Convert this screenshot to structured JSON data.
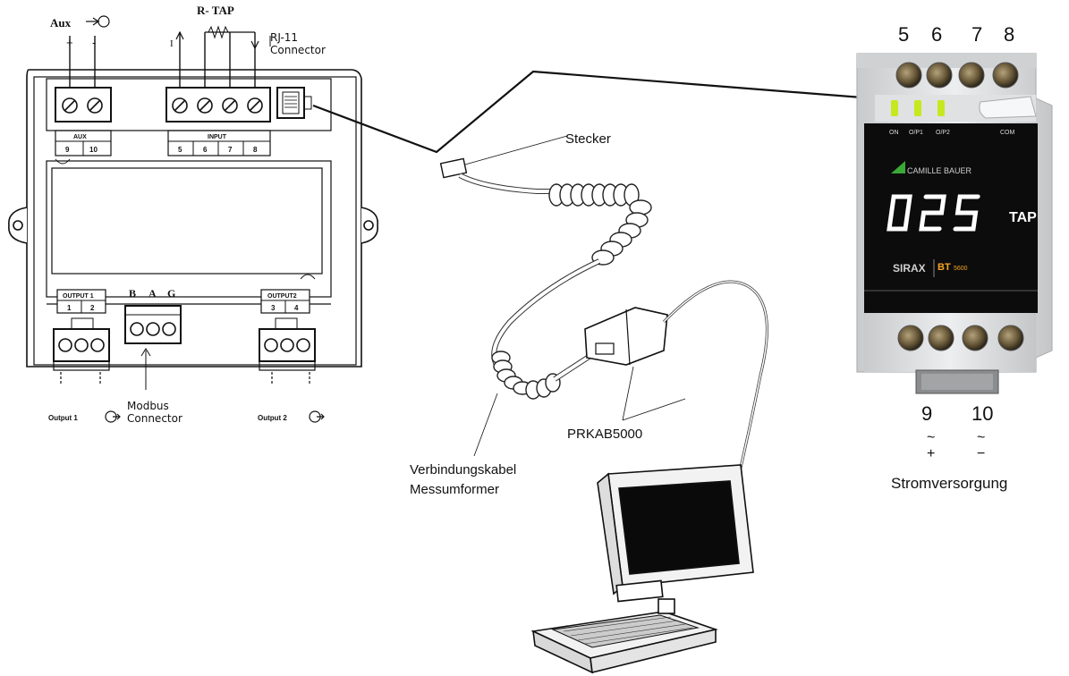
{
  "left_device": {
    "aux_label": "Aux",
    "aux_plus": "+",
    "aux_minus": "-",
    "rtap_label": "R- TAP",
    "rtap_i": "I",
    "rj11_label_1": "RJ-11",
    "rj11_label_2": "Connector",
    "aux_block": "AUX",
    "aux_t9": "9",
    "aux_t10": "10",
    "input_block": "INPUT",
    "in_t5": "5",
    "in_t6": "6",
    "in_t7": "7",
    "in_t8": "8",
    "output1_block": "OUTPUT 1",
    "o1_t1": "1",
    "o1_t2": "2",
    "output2_block": "OUTPUT2",
    "o2_t3": "3",
    "o2_t4": "4",
    "modbus_b": "B",
    "modbus_a": "A",
    "modbus_g": "G",
    "modbus_label_1": "Modbus",
    "modbus_label_2": "Connector",
    "output1_label": "Output  1",
    "output2_label": "Output  2"
  },
  "cable": {
    "stecker_label": "Stecker",
    "adapter_label": "PRKAB5000",
    "cable_label_1": "Verbindungskabel",
    "cable_label_2": "Messumformer"
  },
  "right_device": {
    "top_terms": [
      "5",
      "6",
      "7",
      "8"
    ],
    "led_labels": [
      "ON",
      "O/P1",
      "O/P2",
      "COM"
    ],
    "brand": "CAMILLE BAUER",
    "display_value": "025",
    "display_unit": "TAP",
    "sirax": "SIRAX",
    "model": "BT",
    "model_num": "5600",
    "bottom_terms": [
      "9",
      "10"
    ],
    "power_label": "Stromversorgung",
    "power_plus": "+",
    "power_minus": "−"
  },
  "colors": {
    "led_green": "#c6e81f",
    "display_white": "#ffffff",
    "panel_dark": "#0c0c0c",
    "housing_gray": "#d9dbdd",
    "brand_green": "#3aa935",
    "model_orange": "#f5a623"
  }
}
